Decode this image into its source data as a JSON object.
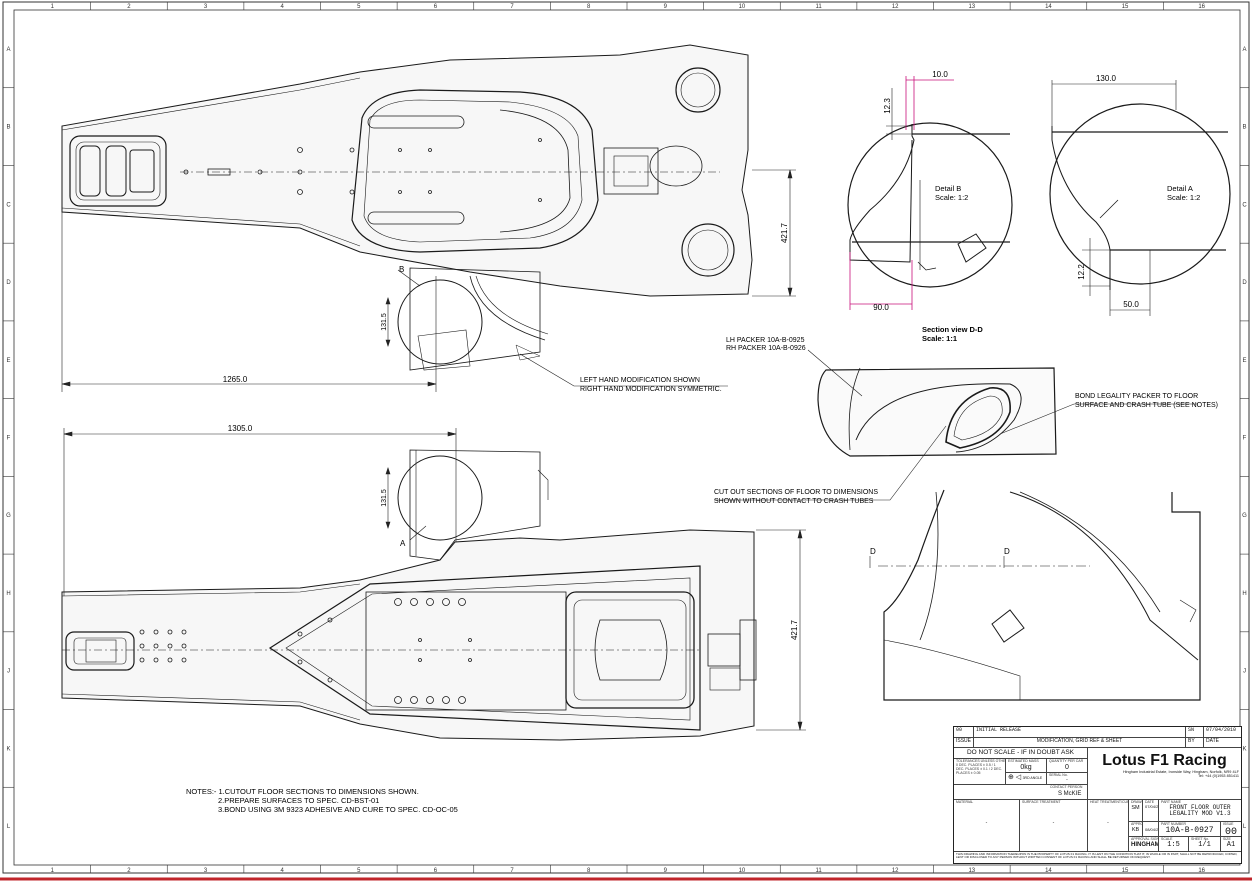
{
  "frame": {
    "columns": [
      "1",
      "2",
      "3",
      "4",
      "5",
      "6",
      "7",
      "8",
      "9",
      "10",
      "11",
      "12",
      "13",
      "14",
      "15",
      "16"
    ],
    "rows": [
      "A",
      "B",
      "C",
      "D",
      "E",
      "F",
      "G",
      "H",
      "J",
      "K",
      "L"
    ]
  },
  "dimensions": {
    "top_length": "1265.0",
    "top_width": "421.7",
    "top_detail_b_height": "131.5",
    "bottom_length": "1305.0",
    "bottom_width": "421.7",
    "bottom_detail_a_height": "131.5",
    "detail_b_top": "10.0",
    "detail_b_side": "12.3",
    "detail_b_bottom": "90.0",
    "detail_a_top": "130.0",
    "detail_a_side": "12.2",
    "detail_a_bottom": "50.0"
  },
  "labels": {
    "detail_b_marker": "B",
    "detail_a_marker": "A",
    "detail_b_title": "Detail B",
    "detail_b_scale": "Scale:  1:2",
    "detail_a_title": "Detail A",
    "detail_a_scale": "Scale:  1:2",
    "section_title": "Section view D-D",
    "section_scale": "Scale:  1:1",
    "section_marker_left": "D",
    "section_marker_right": "D",
    "lh_packer": "LH PACKER 10A-B-0925",
    "rh_packer": "RH PACKER 10A-B-0926",
    "left_mod_1": "LEFT HAND MODIFICATION SHOWN",
    "left_mod_2": "RIGHT HAND MODIFICATION SYMMETRIC.",
    "bond_1": "BOND LEGALITY PACKER TO FLOOR",
    "bond_2": "SURFACE AND CRASH TUBE (SEE NOTES)",
    "cutout_1": "CUT OUT SECTIONS OF FLOOR TO DIMENSIONS",
    "cutout_2": "SHOWN WITHOUT CONTACT TO CRASH TUBES"
  },
  "notes": [
    "NOTES:- 1.CUTOUT FLOOR SECTIONS TO DIMENSIONS SHOWN.",
    "2.PREPARE SURFACES TO SPEC. CD-BST-01",
    "3.BOND USING 3M 9323 ADHESIVE AND CURE TO SPEC. CD-OC-05"
  ],
  "title_block": {
    "rev_issue": "00",
    "rev_desc": "INITIAL RELEASE",
    "rev_by": "SN",
    "rev_date": "07/04/2010",
    "hdr_issue": "ISSUE",
    "hdr_mod": "MODIFICATION, GRID REF & SHEET",
    "hdr_by": "BY",
    "hdr_date": "DATE",
    "do_not_scale": "DO NOT SCALE - IF IN DOUBT ASK",
    "company": "Lotus F1 Racing",
    "address": "Hingham Industrial Estate, Ironside Way, Hingham, Norfolk, NR9 4LF",
    "tel": "Tel: +44 (0)1953 851411",
    "tolerances_cap": "TOLERANCES UNLESS OTHERWISE STATED",
    "tolerances": "0 DEC. PLACES ± 0.5 / 1 DEC. PLACES ± 0.1 / 2 DEC. PLACES ± 0.05",
    "weight_cap": "ESTIMATED MASS",
    "weight": "0kg",
    "qty_cap": "QUANTITY PER CAR",
    "qty": "0",
    "serial_cap": "SERIAL No.",
    "serial": "-",
    "projection": "3RD ANGLE",
    "contact_cap": "CONTACT PERSON",
    "contact_initials": "SM",
    "contact": "S McKIE",
    "part_name_cap": "PART NAME",
    "part_name_1": "FRONT FLOOR OUTER",
    "part_name_2": "LEGALITY MOD V1.3",
    "material_cap": "MATERIAL",
    "material": "-",
    "surface_cap": "SURFACE TREATMENT",
    "surface": "-",
    "heat_cap": "HEAT TREATMENT/CURE CYCLE",
    "heat": "-",
    "drawn_cap": "DRAWN",
    "drawn": "SM",
    "drawn_date_cap": "DATE",
    "drawn_date": "07/04/2010",
    "checked_cap": "APPROVED",
    "checked": "KB",
    "checked_date": "08/04/2010",
    "part_no_cap": "PART NUMBER",
    "part_no": "10A-B-0927",
    "issue_cap": "ISSUE",
    "issue": "00",
    "approval_cap": "APPROVAL SIGNATURE",
    "approval": "HINGHAM",
    "scale_cap": "SCALE",
    "scale": "1:5",
    "sheet_cap": "SHEET No.",
    "sheet": "1/1",
    "size_cap": "SIZE",
    "size": "A1",
    "footer": "THIS DRAWING AND INFORMATION THEREUPON IS THE PROPERTY OF LOTUS F1 RACING. IT IS LENT ON THE CONDITION THAT IT, IN WHOLE OR IN PART, SHALL NOT BE REPRODUCED, COPIED, LENT OR DISCLOSED TO ANY PERSON WITHOUT WRITTEN CONSENT OF LOTUS F1 RACING AND SHALL BE RETURNED ON REQUEST."
  },
  "colors": {
    "line": "#1a1a1a",
    "dimension": "#c8107a",
    "border_bottom": "#c0262b"
  }
}
